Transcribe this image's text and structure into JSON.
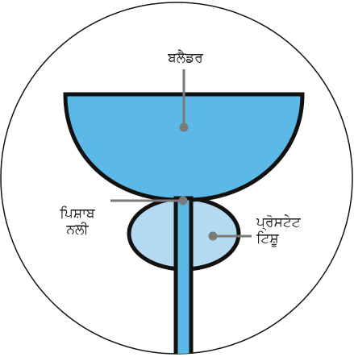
{
  "labels": {
    "bladder": "ਬਲੈਡਰ",
    "urethra_line1": "ਪਿਸ਼ਾਬ",
    "urethra_line2": "ਨਲੀ",
    "prostate_line1": "ਪ੍ਰੋਸਟੇਟ",
    "prostate_line2": "ਟਿਸ਼ੂ"
  },
  "colors": {
    "bladder_fill": "#5cb8e6",
    "prostate_fill": "#b4daf2",
    "outline": "#111111",
    "pointer": "#7a7a7a"
  }
}
